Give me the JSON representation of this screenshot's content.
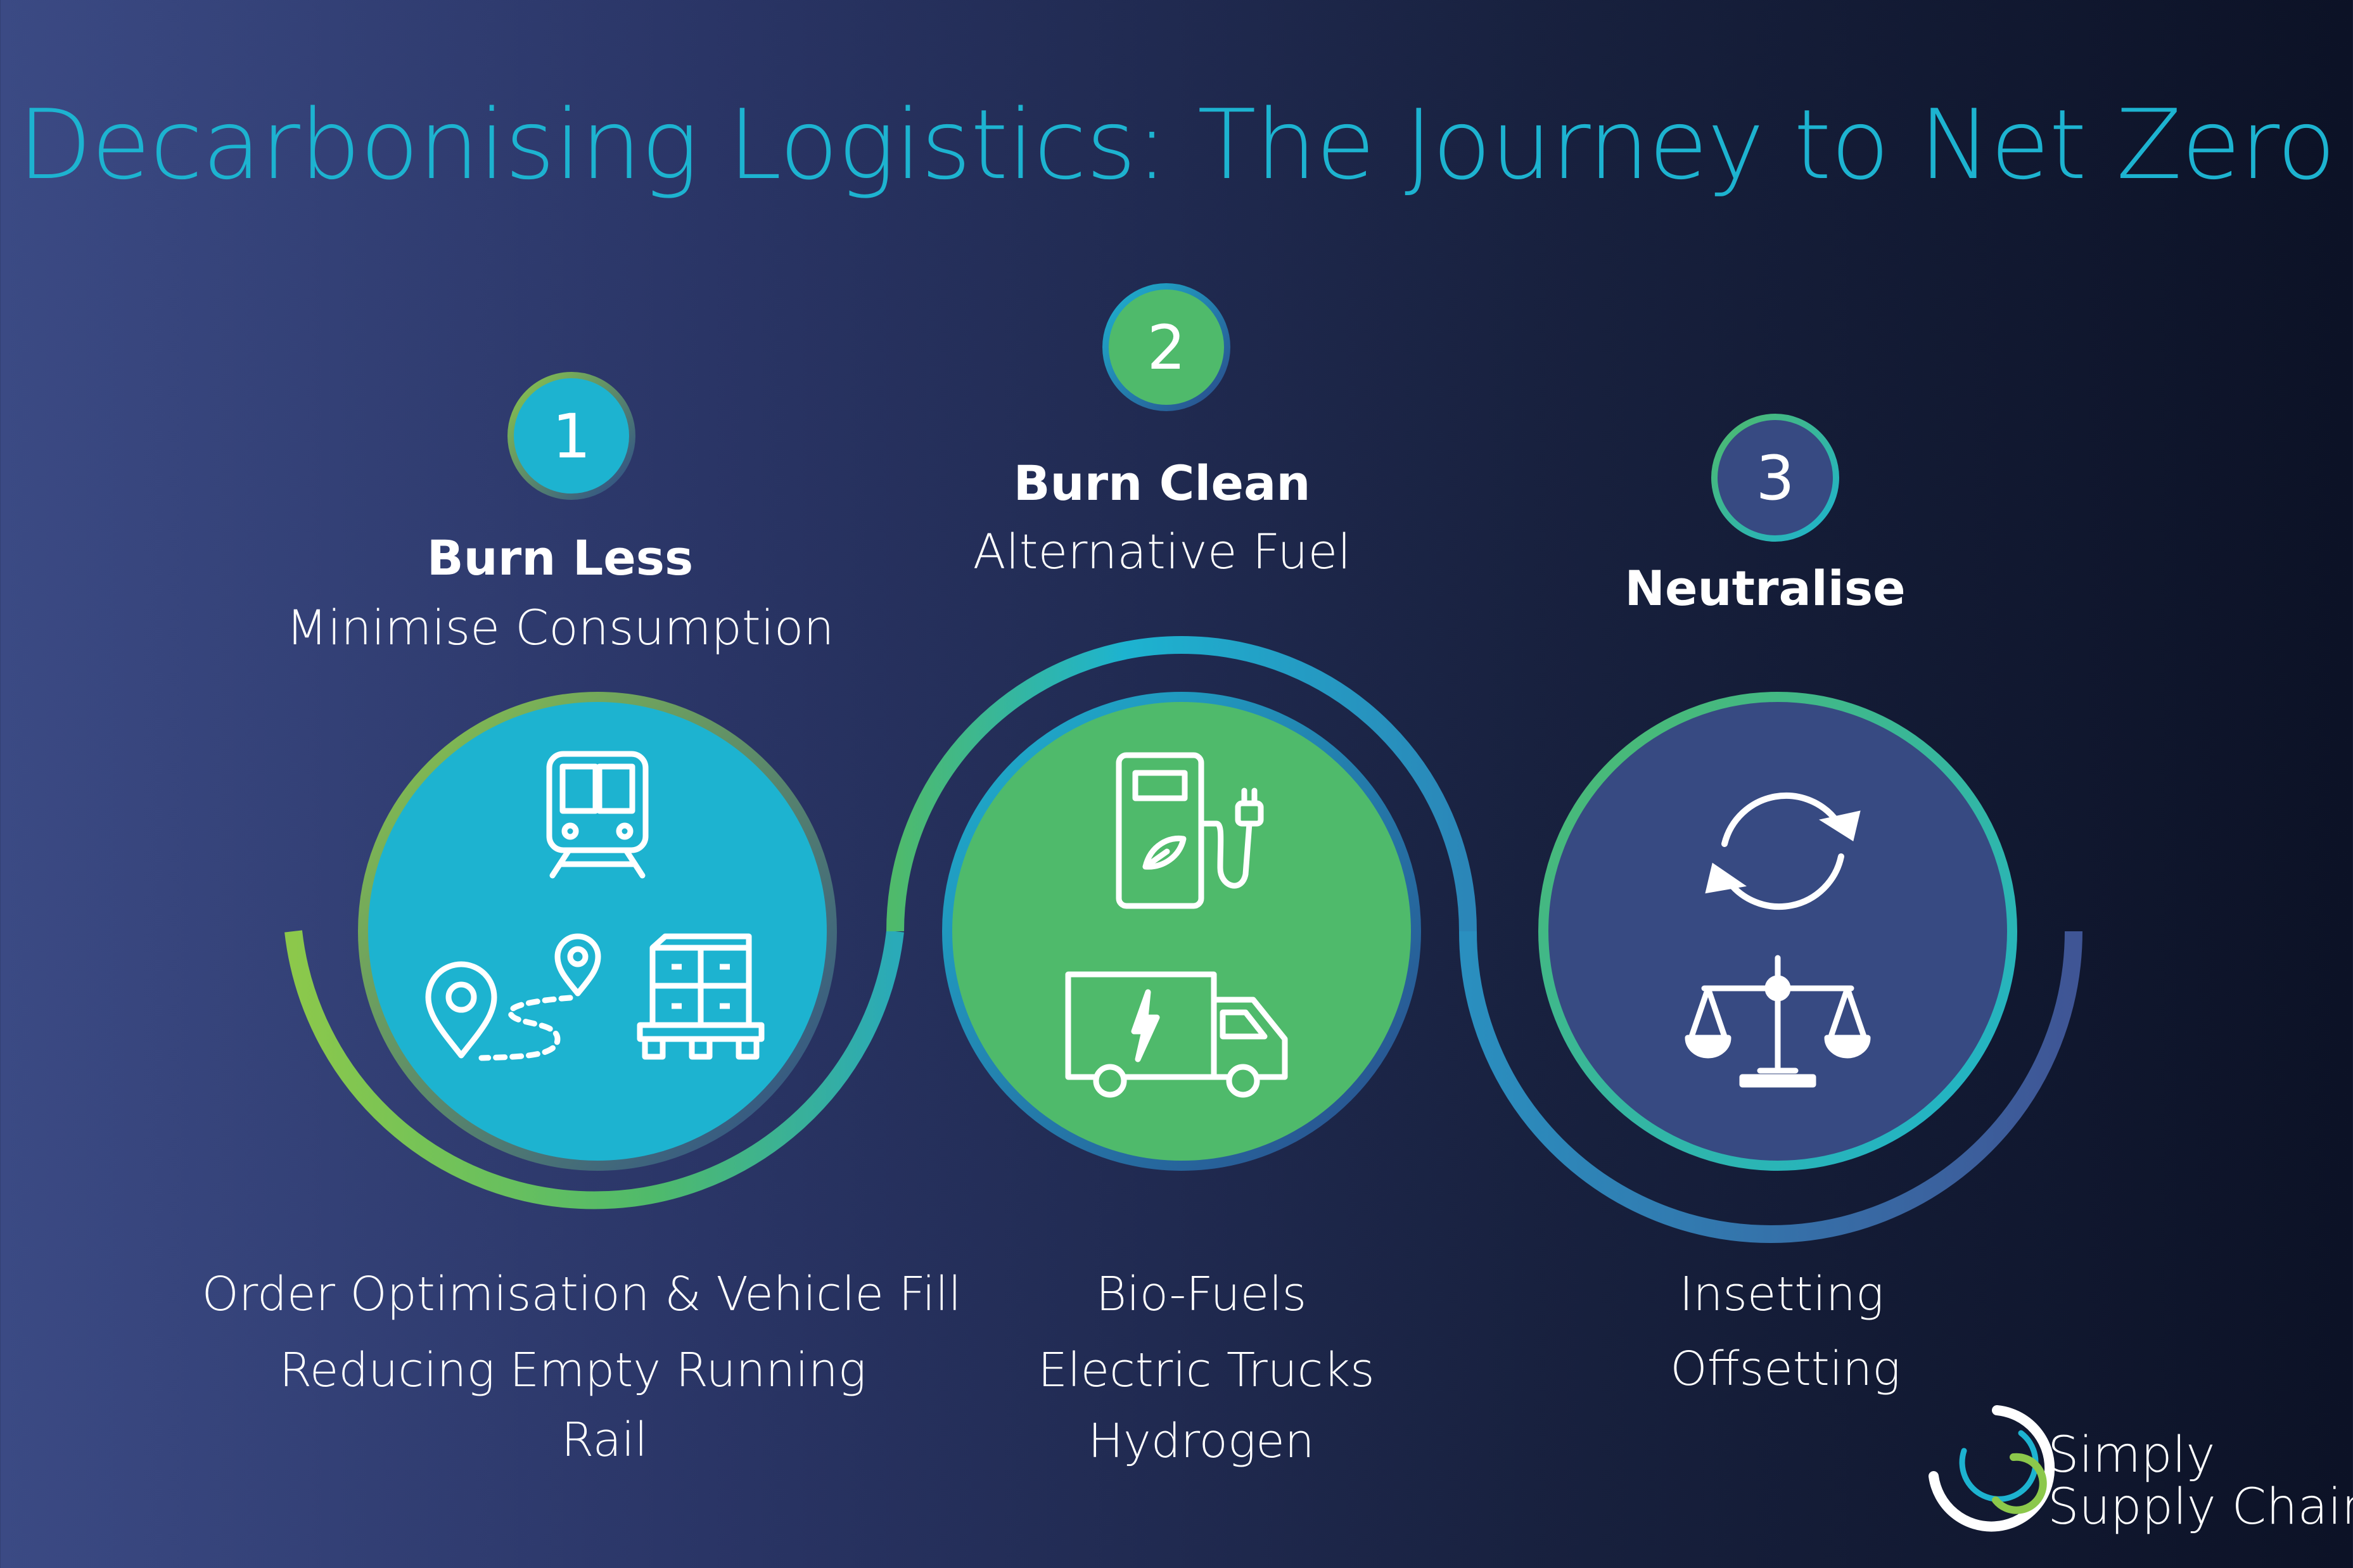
{
  "title": "Decarbonising Logistics: The Journey to Net Zero",
  "colors": {
    "cyan": "#1db3d0",
    "green": "#4fba6b",
    "navy": "#374a82",
    "title": "#1db3d0"
  },
  "steps": [
    {
      "number": "1",
      "heading": "Burn Less",
      "subheading": "Minimise Consumption",
      "icons": [
        "train-icon",
        "route-icon",
        "pallet-boxes-icon"
      ],
      "items": [
        "Order Optimisation & Vehicle Fill",
        "Reducing Empty Running",
        "Rail"
      ]
    },
    {
      "number": "2",
      "heading": "Burn Clean",
      "subheading": "Alternative Fuel",
      "icons": [
        "charging-station-icon",
        "electric-truck-icon"
      ],
      "items": [
        "Bio-Fuels",
        "Electric Trucks",
        "Hydrogen"
      ]
    },
    {
      "number": "3",
      "heading": "Neutralise",
      "subheading": "",
      "icons": [
        "cycle-arrows-icon",
        "balance-scale-icon"
      ],
      "items": [
        "Insetting",
        "Offsetting"
      ]
    }
  ],
  "logo": {
    "line1": "Simply",
    "line2": "Supply Chain"
  }
}
